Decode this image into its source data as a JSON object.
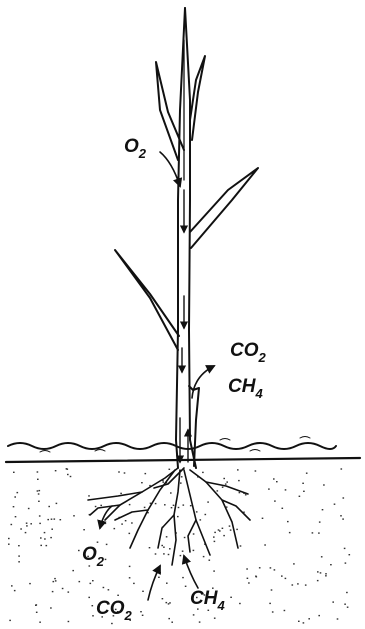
{
  "labels": {
    "o2_top": {
      "main": "O",
      "sub": "2"
    },
    "co2_stem": {
      "main": "CO",
      "sub": "2"
    },
    "ch4_stem": {
      "main": "CH",
      "sub": "4"
    },
    "o2_root": {
      "main": "O",
      "sub": "2"
    },
    "co2_root": {
      "main": "CO",
      "sub": "2"
    },
    "ch4_root": {
      "main": "CH",
      "sub": "4"
    }
  }
}
